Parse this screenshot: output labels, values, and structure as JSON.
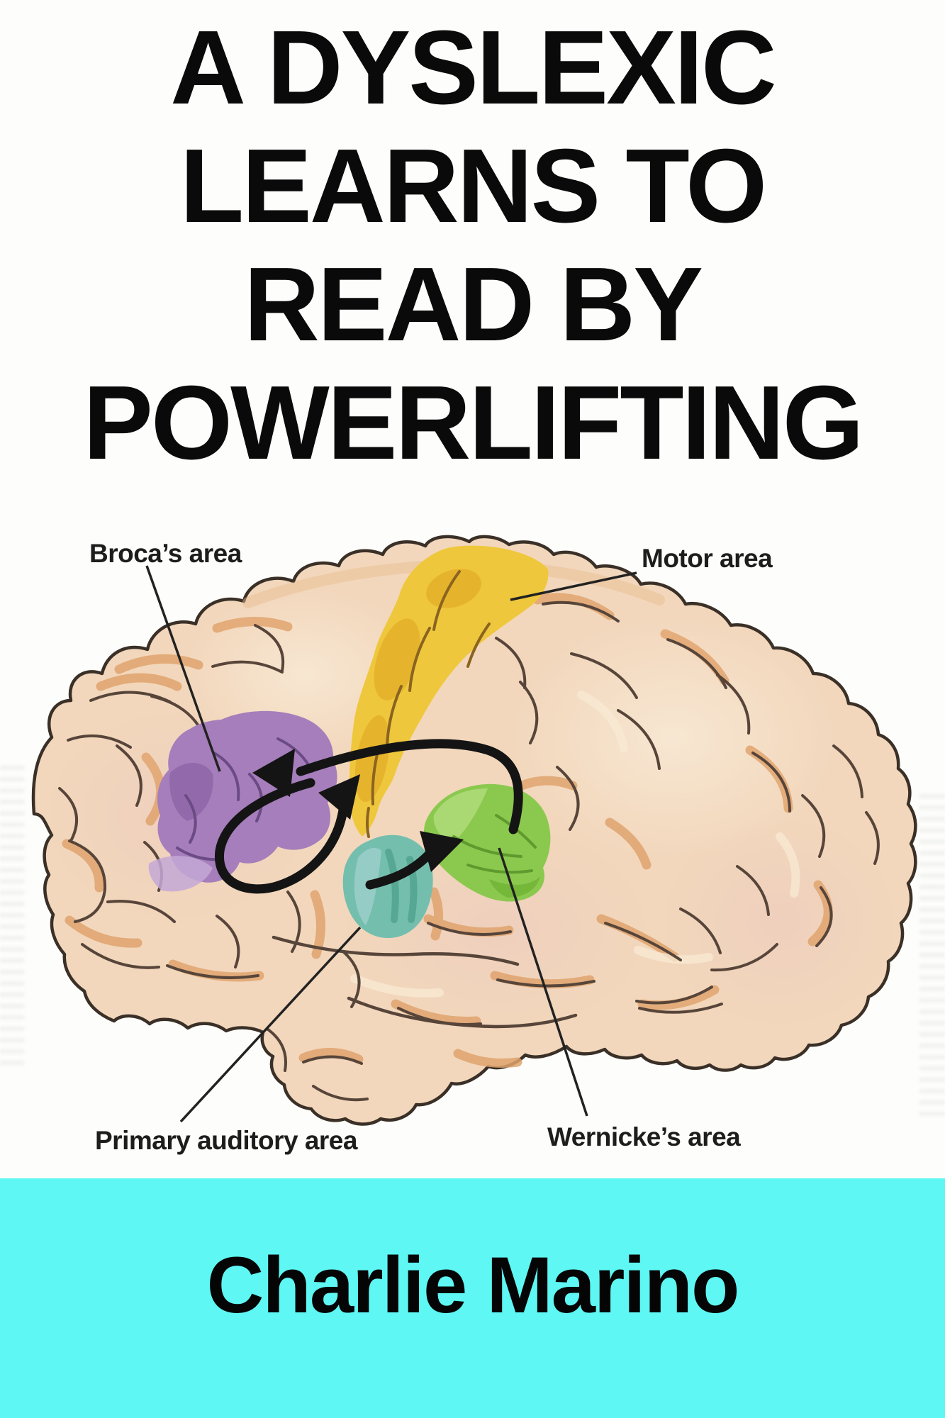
{
  "title": {
    "lines": [
      "A DYSLEXIC",
      "LEARNS TO",
      "READ BY",
      "POWERLIFTING"
    ]
  },
  "author": {
    "name": "Charlie Marino"
  },
  "diagram": {
    "type": "labeled-illustration",
    "subject": "Left lateral view of a human brain with language-related cortical areas highlighted and linked by black curved arrows",
    "labels": {
      "broca": "Broca’s area",
      "motor": "Motor area",
      "auditory": "Primary auditory area",
      "wernicke": "Wernicke’s area"
    },
    "regions": [
      {
        "name": "Motor area",
        "color": "#efc73c"
      },
      {
        "name": "Broca’s area",
        "color": "#a57ebb"
      },
      {
        "name": "Primary auditory area",
        "color": "#74beae"
      },
      {
        "name": "Wernicke’s area",
        "color": "#8bc94e"
      }
    ],
    "arrows": "black curved arrows: auditory area to Wernicke’s area, arcuate path from Wernicke’s to Broca’s area, loop from Broca’s area toward motor area"
  },
  "colors": {
    "title_text": "#0a0a0a",
    "label_text": "#1d1d1d",
    "leader_line": "#222222",
    "author_text": "#050505",
    "band_cyan": "#5ef7f3",
    "brain_base": "#f2d7bc",
    "brain_outline": "#3a3027",
    "gyri_shadow_tan": "#e0a46e",
    "gyri_highlight": "#f8e9d4",
    "sulci_brown": "#57453a",
    "motor_yellow": "#efc73c",
    "motor_yellow_dark": "#dfa51f",
    "motor_sulci": "#8a6420",
    "broca_purple": "#a57ebb",
    "broca_purple_dark": "#8a62a4",
    "broca_purple_light": "#c4a8d6",
    "broca_sulci": "#6b4b84",
    "auditory_teal": "#74beae",
    "auditory_teal_dark": "#4fa28e",
    "auditory_teal_light": "#9fd0cc",
    "wernicke_green": "#8bc94e",
    "wernicke_green_dark": "#6fb335",
    "wernicke_green_light": "#b1dd7e",
    "wernicke_sulci": "#5e9a2e",
    "arrow_black": "#141414"
  }
}
